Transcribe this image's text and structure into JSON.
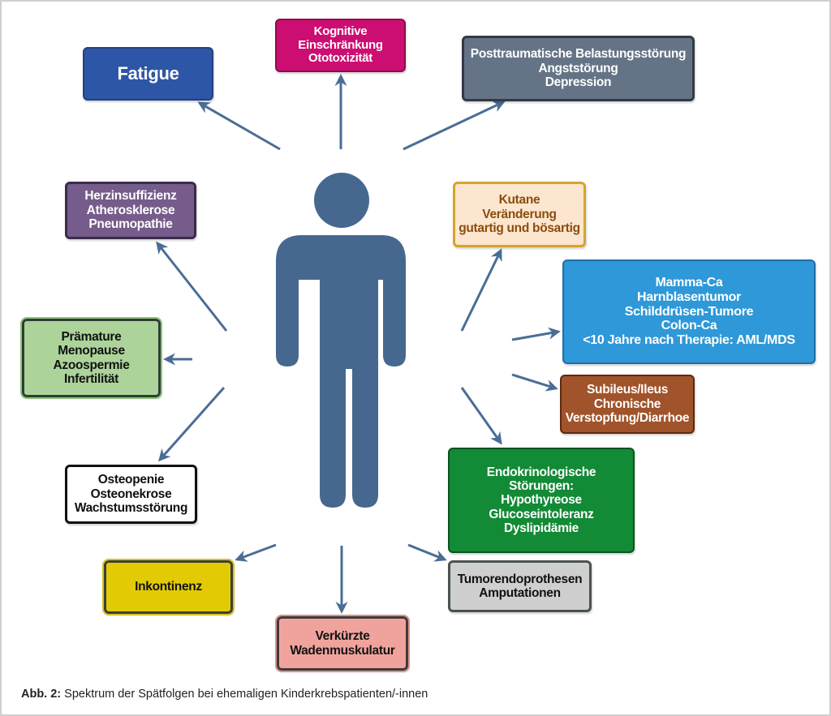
{
  "figure": {
    "caption_label": "Abb. 2:",
    "caption_text": " Spektrum der Spätfolgen bei ehemaligen Kinderkrebspatienten/-innen",
    "center_icon": "person-silhouette-icon"
  },
  "colors": {
    "arrow": "#4a6d96",
    "person": "#46688f"
  },
  "boxes": {
    "fatigue": {
      "lines": [
        "Fatigue"
      ]
    },
    "kognitive": {
      "lines": [
        "Kognitive",
        "Einschränkung",
        "Ototoxizität"
      ]
    },
    "ptbs": {
      "lines": [
        "Posttraumatische Belastungsstörung",
        "Angststörung",
        "Depression"
      ]
    },
    "herz": {
      "lines": [
        "Herzinsuffizienz",
        "Atherosklerose",
        "Pneumopathie"
      ]
    },
    "kutane": {
      "lines": [
        "Kutane",
        "Veränderung",
        "gutartig und bösartig"
      ]
    },
    "mamma": {
      "lines": [
        "Mamma-Ca",
        "Harnblasentumor",
        "Schilddrüsen-Tumore",
        "Colon-Ca",
        "<10 Jahre nach Therapie: AML/MDS"
      ]
    },
    "praemature": {
      "lines": [
        "Prämature",
        "Menopause",
        "Azoospermie",
        "Infertilität"
      ]
    },
    "subileus": {
      "lines": [
        "Subileus/Ileus",
        "Chronische",
        "Verstopfung/Diarrhoe"
      ]
    },
    "endokrin": {
      "lines": [
        "Endokrinologische",
        "Störungen:",
        "Hypothyreose",
        "Glucoseintoleranz",
        "Dyslipidämie"
      ]
    },
    "osteopenie": {
      "lines": [
        "Osteopenie",
        "Osteonekrose",
        "Wachstumsstörung"
      ]
    },
    "inkontinenz": {
      "lines": [
        "Inkontinenz"
      ]
    },
    "tumorendo": {
      "lines": [
        "Tumorendoprothesen",
        "Amputationen"
      ]
    },
    "verkuerzte": {
      "lines": [
        "Verkürzte",
        "Wadenmuskulatur"
      ]
    }
  }
}
